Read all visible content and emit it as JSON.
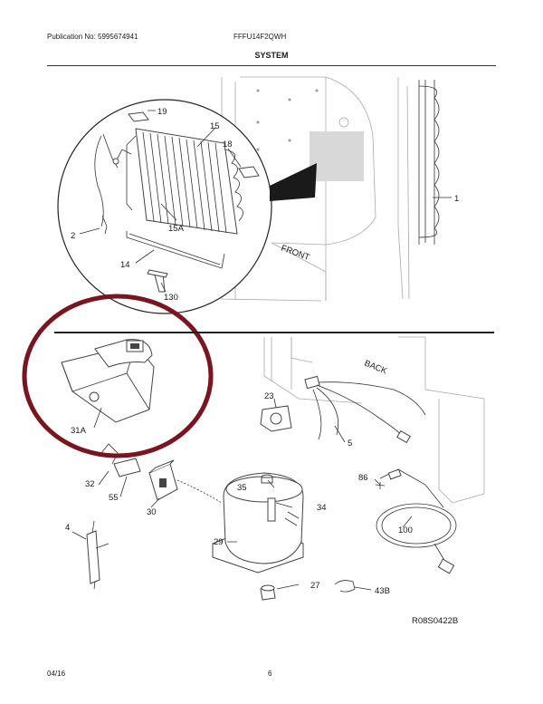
{
  "header": {
    "publication": "Publication No: 5995674941",
    "model": "FFFU14F2QWH",
    "section": "SYSTEM"
  },
  "footer": {
    "date": "04/16",
    "page": "6"
  },
  "diagram": {
    "ref_code": "R08S0422B",
    "cabinet_labels": {
      "front": "FRONT",
      "back": "BACK"
    },
    "highlight_color": "#7a1420",
    "callouts": {
      "p1": "1",
      "p2": "2",
      "p4": "4",
      "p5": "5",
      "p14": "14",
      "p15": "15",
      "p15a": "15A",
      "p18": "18",
      "p19": "19",
      "p23": "23",
      "p27": "27",
      "p29": "29",
      "p30": "30",
      "p31a": "31A",
      "p32": "32",
      "p34": "34",
      "p35": "35",
      "p43b": "43B",
      "p55": "55",
      "p86": "86",
      "p100": "100",
      "p130": "130"
    }
  }
}
